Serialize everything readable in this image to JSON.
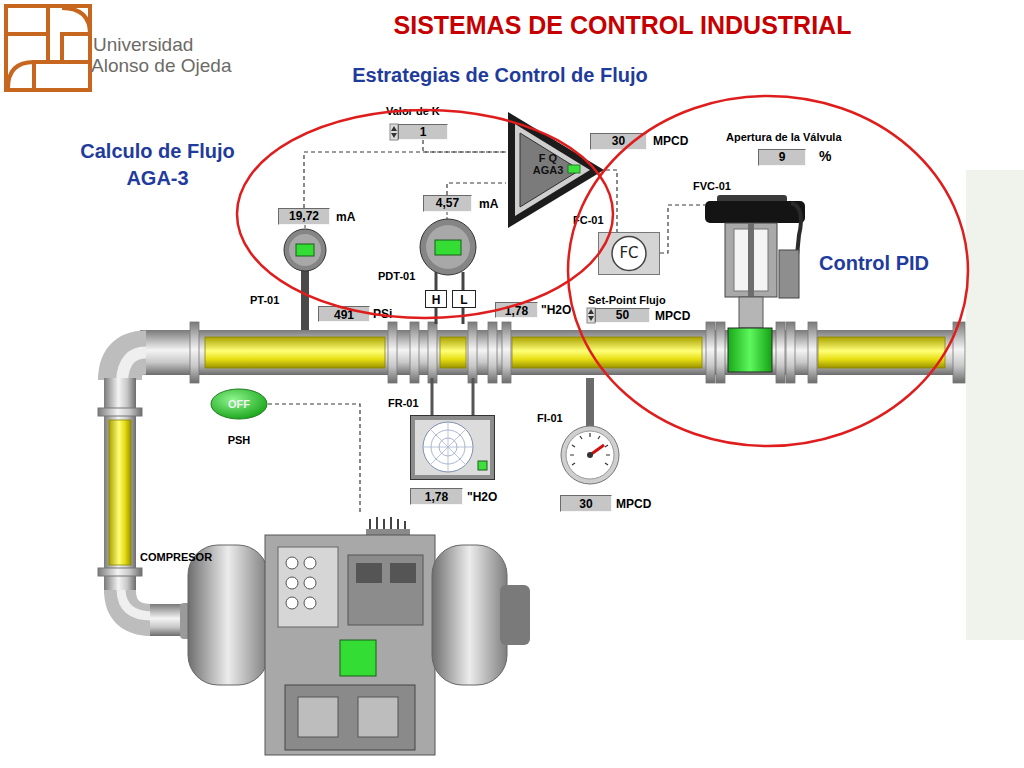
{
  "diagram": {
    "title": "SISTEMAS DE CONTROL INDUSTRIAL",
    "nodes": [
      {
        "text": [
          "Valor de K",
          "1"
        ]
      },
      {
        "text": [
          "F Q AGA3"
        ]
      },
      {
        "text": [
          "30",
          "MPCD"
        ]
      },
      {
        "text": [
          "Apertura de la Válvula",
          "9",
          "%"
        ]
      },
      {
        "text": [
          "FVC-01"
        ]
      },
      {
        "text": [
          "19,72",
          "mA"
        ]
      },
      {
        "text": [
          "4,57",
          "mA"
        ]
      },
      {
        "text": [
          "FC-01",
          "FC"
        ]
      },
      {
        "text": [
          "Set-Point Flujo",
          "50",
          "MPCD"
        ]
      },
      {
        "text": [
          "OFF",
          "PSH"
        ]
      },
      {
        "text": [
          "FR-01"
        ]
      },
      {
        "text": [
          "FI-01"
        ]
      },
      {
        "text": [
          "COMPRESOR"
        ]
      }
    ],
    "edges": [
      {
        "from": 0,
        "to": 1,
        "arrow": "none"
      },
      {
        "from": 5,
        "to": 1,
        "arrow": "none"
      },
      {
        "from": 6,
        "to": 1,
        "arrow": "none"
      },
      {
        "from": 1,
        "to": 7,
        "arrow": "none"
      },
      {
        "from": 7,
        "to": 4,
        "arrow": "none"
      },
      {
        "from": 9,
        "to": 12,
        "arrow": "none"
      }
    ],
    "labels": [
      "Universidad",
      "Alonso de Ojeda",
      "Estrategias de Control de Flujo",
      "Calculo de Flujo AGA-3",
      "Control PID",
      "PT-01",
      "PDT-01",
      "H",
      "L",
      "491",
      "PSi",
      "1,78",
      "\"H2O",
      "1,78",
      "\"H2O",
      "30",
      "MPCD"
    ]
  }
}
